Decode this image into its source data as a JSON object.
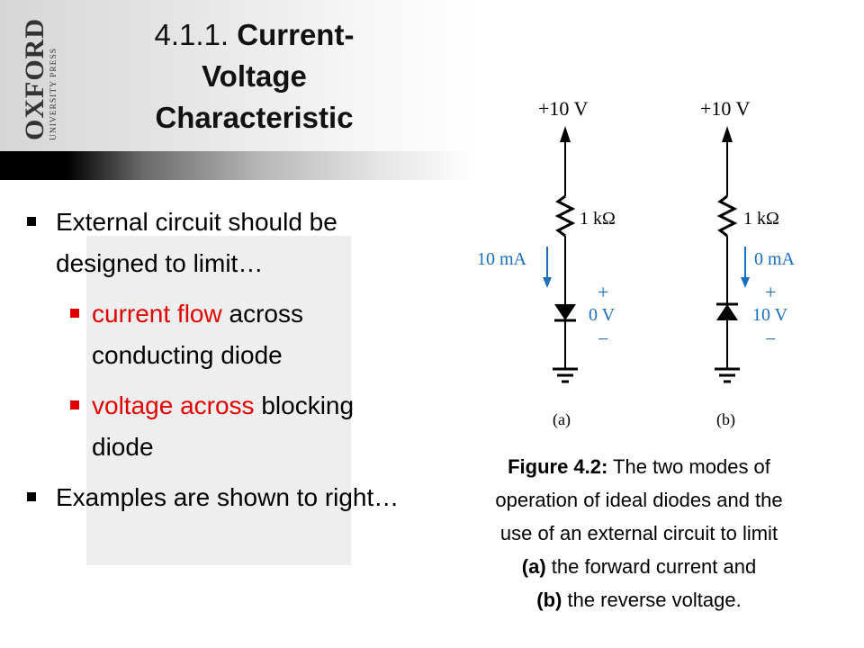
{
  "logo": {
    "main": "OXFORD",
    "sub": "UNIVERSITY PRESS",
    "icon": "oxford-logo-icon"
  },
  "slide": {
    "title_number": "4.1.1.",
    "title_bold_1": "Current-",
    "title_bold_2": "Voltage",
    "title_bold_3": "Characteristic"
  },
  "bullets": {
    "b1": "External circuit should be designed to limit…",
    "b2_red": "current flow",
    "b2_rest": " across conducting diode",
    "b3_red": "voltage across",
    "b3_rest": " blocking diode",
    "b4": "Examples are shown to right…"
  },
  "figure": {
    "a": {
      "supply": "+10 V",
      "resistor": "1 kΩ",
      "current": "10 mA",
      "plus": "+",
      "voltage": "0 V",
      "minus": "−",
      "label": "(a)"
    },
    "b": {
      "supply": "+10 V",
      "resistor": "1 kΩ",
      "current": "0 mA",
      "plus": "+",
      "voltage": "10 V",
      "minus": "−",
      "label": "(b)"
    },
    "colors": {
      "annotation": "#1a6fc0",
      "wire": "#000000"
    }
  },
  "caption": {
    "bold_lead": "Figure 4.2:",
    "line1_rest": " The two modes of",
    "line2": "operation of ideal diodes and the",
    "line3": "use of an external circuit to limit",
    "bold_a": "(a)",
    "line4_rest": " the forward current and",
    "bold_b": "(b)",
    "line5_rest": " the reverse voltage."
  },
  "colors": {
    "emphasis_red": "#e00000",
    "header_black": "#000000"
  }
}
